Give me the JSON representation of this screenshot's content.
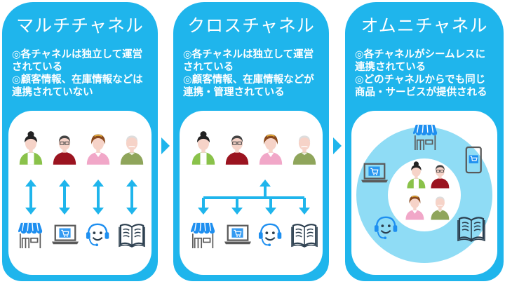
{
  "panels": [
    {
      "title": "マルチチャネル",
      "desc": [
        "◎各チャネルは独立して運営",
        "されている",
        "◎顧客情報、在庫情報などは",
        "連携されていない"
      ],
      "connection": "individual-bidirectional"
    },
    {
      "title": "クロスチャネル",
      "desc": [
        "◎各チャネルは独立して運営",
        "されている",
        "◎顧客情報、在庫情報などが",
        "連携・管理されている"
      ],
      "connection": "shared-branching"
    },
    {
      "title": "オムニチャネル",
      "desc": [
        "◎各チャネルがシームレスに",
        "連携されている",
        "◎どのチャネルからでも同じ",
        "商品・サービスが提供される"
      ],
      "connection": "circular-seamless"
    }
  ],
  "customers": [
    "customer-woman-green",
    "customer-man-red",
    "customer-woman-pink",
    "customer-elder-green"
  ],
  "channels": [
    "store-icon",
    "ec-laptop-icon",
    "call-center-icon",
    "catalog-book-icon"
  ],
  "omni_channels": [
    "store-icon",
    "smartphone-icon",
    "laptop-icon",
    "call-center-icon",
    "catalog-book-icon"
  ],
  "colors": {
    "panel": "#1fb5ec",
    "ring": "#8fdcf5",
    "arrow": "#1fb5ec",
    "store_blue": "#1e8ff0",
    "gray": "#5a5a5a",
    "book": "#2b3e4e",
    "green": "#8ac24a",
    "red": "#9b1420",
    "pink": "#f1a7c8",
    "olive": "#8fa55b",
    "skin": "#f6d3c8"
  }
}
